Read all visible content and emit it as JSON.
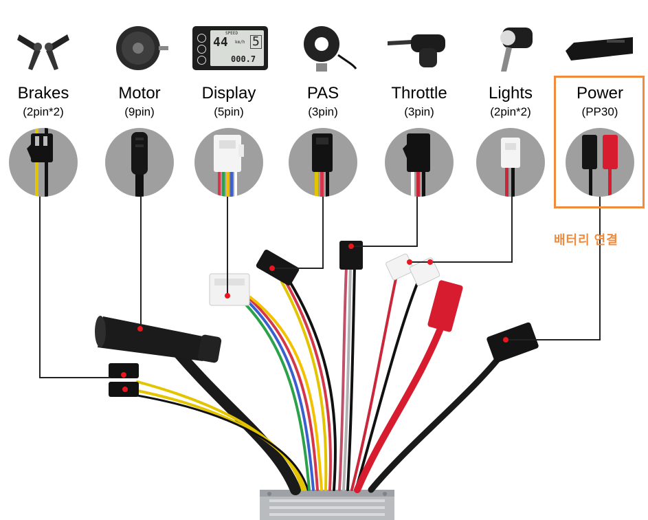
{
  "components": [
    {
      "id": "brakes",
      "name": "Brakes",
      "pins": "(2pin*2)",
      "wire_colors": [
        "#e3c400",
        "#111111"
      ]
    },
    {
      "id": "motor",
      "name": "Motor",
      "pins": "(9pin)",
      "wire_colors": [
        "#111111"
      ]
    },
    {
      "id": "display",
      "name": "Display",
      "pins": "(5pin)",
      "wire_colors": [
        "#d4364a",
        "#2aa24a",
        "#f2c200",
        "#3a5fcf",
        "#ffffff"
      ]
    },
    {
      "id": "pas",
      "name": "PAS",
      "pins": "(3pin)",
      "wire_colors": [
        "#e3c400",
        "#d4364a",
        "#111111"
      ]
    },
    {
      "id": "throttle",
      "name": "Throttle",
      "pins": "(3pin)",
      "wire_colors": [
        "#ffffff",
        "#c9283a",
        "#111111"
      ]
    },
    {
      "id": "lights",
      "name": "Lights",
      "pins": "(2pin*2)",
      "wire_colors": [
        "#c9283a",
        "#111111"
      ]
    },
    {
      "id": "power",
      "name": "Power",
      "pins": "(PP30)",
      "wire_colors": [
        "#111111",
        "#d61c2e"
      ]
    }
  ],
  "display_screen": {
    "speed_label": "SPEED",
    "speed_value": "44",
    "unit": "km/h",
    "level": "5",
    "odometer": "000.7"
  },
  "battery_note": "배터리 연결",
  "colors": {
    "highlight": "#f08a3c",
    "leader_line": "#222222",
    "marker": "#e8161e",
    "plug_bg": "#9f9f9f",
    "controller_body": "#b9bcbf"
  }
}
